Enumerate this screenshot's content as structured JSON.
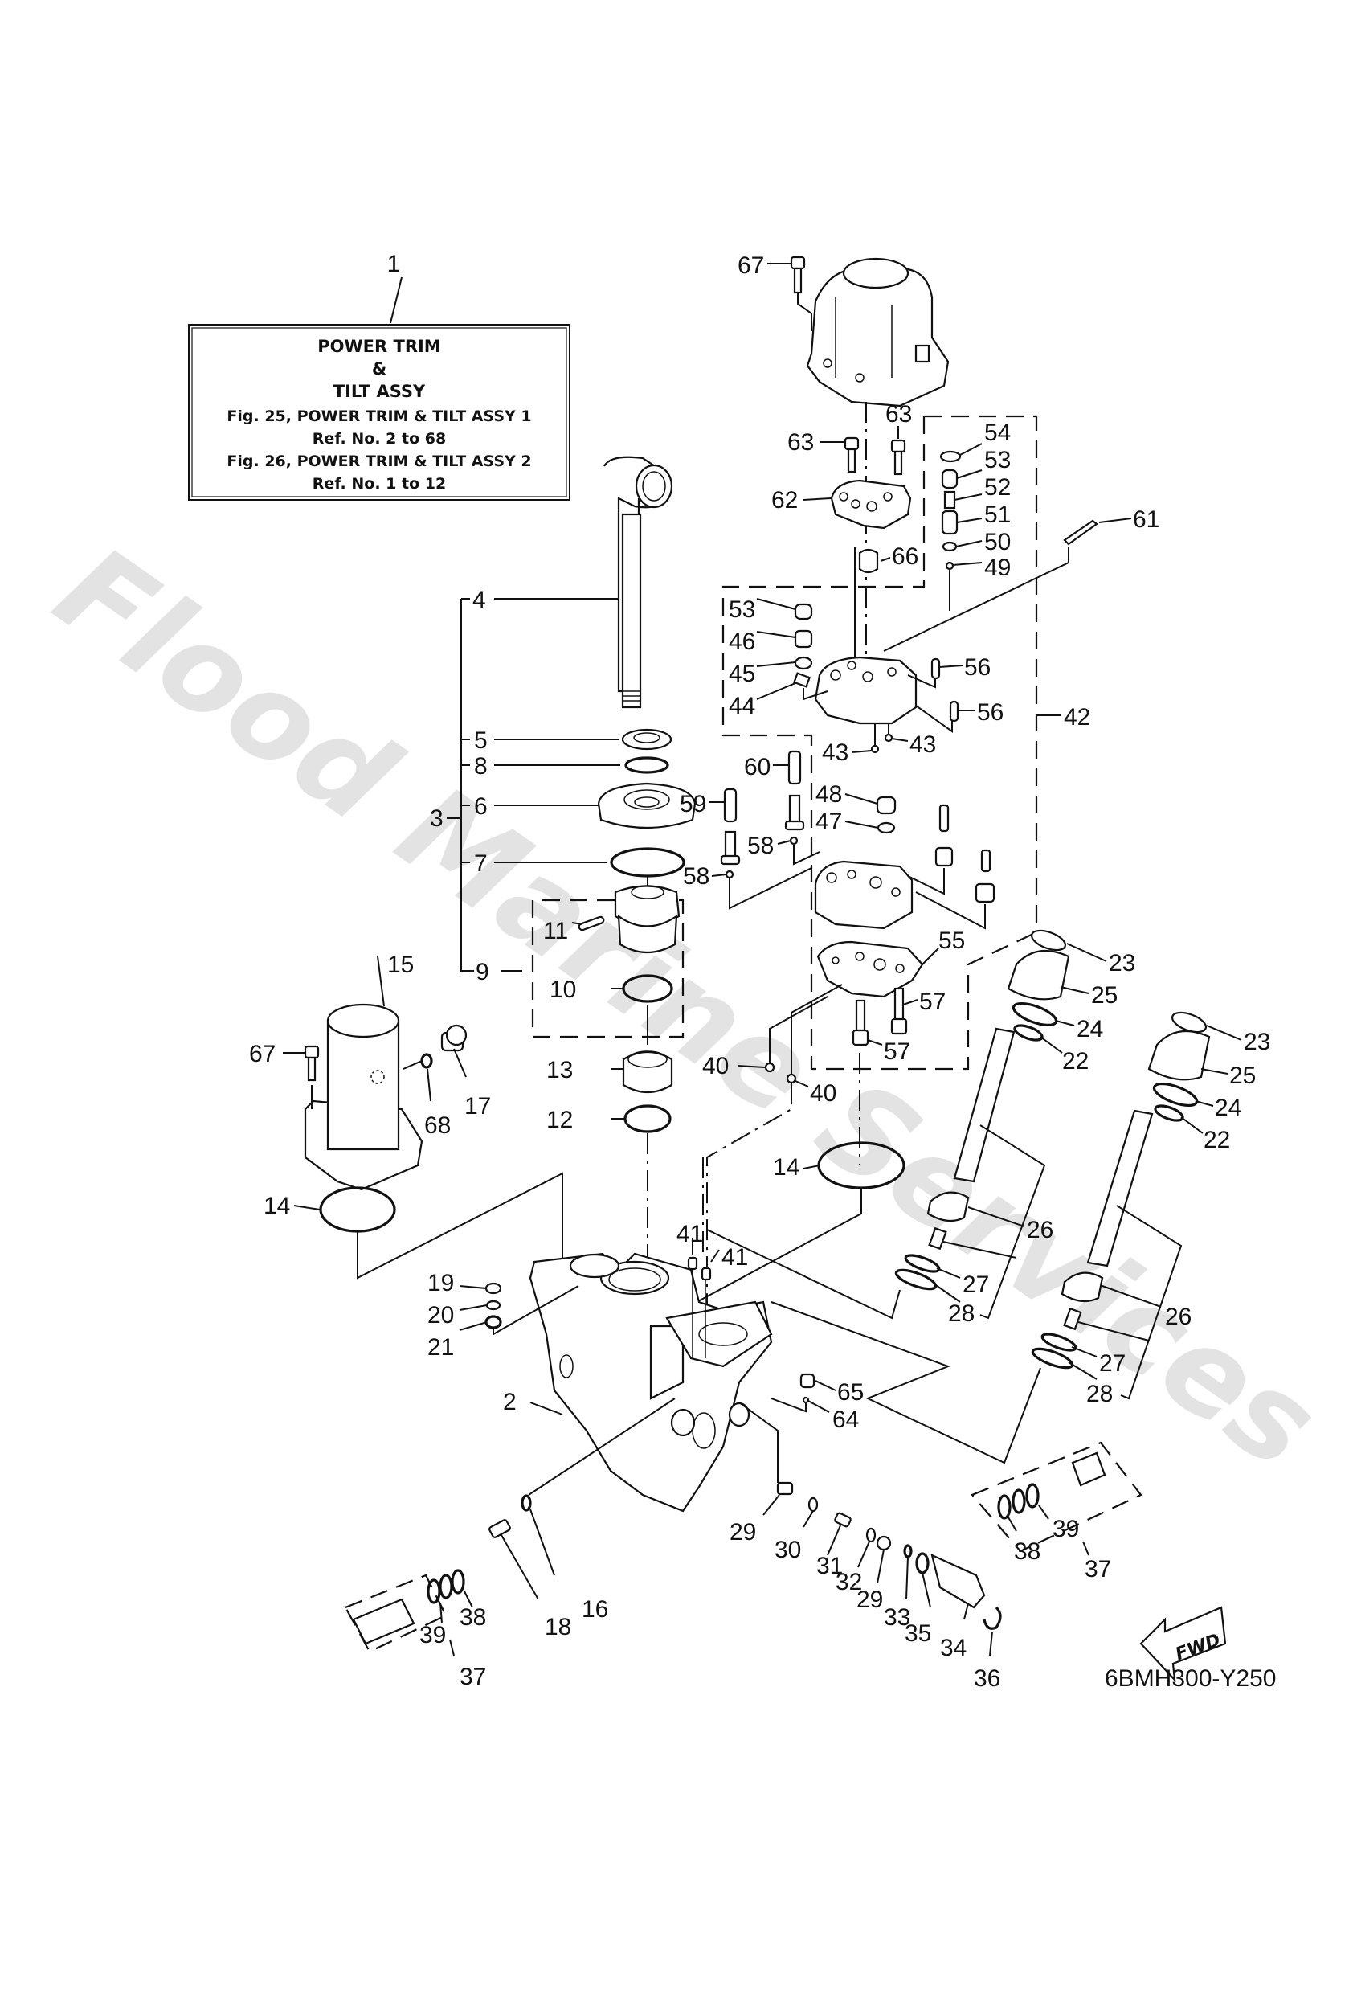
{
  "watermark": "Flood Marine Services",
  "diagram_code": "6BMH300-Y250",
  "fwd_label": "FWD",
  "reference_box": {
    "callout": "1",
    "title_line1": "POWER TRIM",
    "title_line2": "&",
    "title_line3": "TILT ASSY",
    "ref1": "Fig. 25, POWER TRIM & TILT ASSY 1",
    "ref1_range": "Ref. No. 2 to 68",
    "ref2": "Fig. 26, POWER TRIM & TILT ASSY 2",
    "ref2_range": "Ref. No. 1 to 12"
  },
  "callouts": [
    {
      "id": "c67a",
      "n": "67"
    },
    {
      "id": "c63a",
      "n": "63"
    },
    {
      "id": "c63b",
      "n": "63"
    },
    {
      "id": "c62",
      "n": "62"
    },
    {
      "id": "c54",
      "n": "54"
    },
    {
      "id": "c53a",
      "n": "53"
    },
    {
      "id": "c52",
      "n": "52"
    },
    {
      "id": "c51",
      "n": "51"
    },
    {
      "id": "c50",
      "n": "50"
    },
    {
      "id": "c49",
      "n": "49"
    },
    {
      "id": "c61",
      "n": "61"
    },
    {
      "id": "c66",
      "n": "66"
    },
    {
      "id": "c53b",
      "n": "53"
    },
    {
      "id": "c46",
      "n": "46"
    },
    {
      "id": "c45",
      "n": "45"
    },
    {
      "id": "c44",
      "n": "44"
    },
    {
      "id": "c56a",
      "n": "56"
    },
    {
      "id": "c56b",
      "n": "56"
    },
    {
      "id": "c42",
      "n": "42"
    },
    {
      "id": "c43a",
      "n": "43"
    },
    {
      "id": "c43b",
      "n": "43"
    },
    {
      "id": "c60",
      "n": "60"
    },
    {
      "id": "c59",
      "n": "59"
    },
    {
      "id": "c58a",
      "n": "58"
    },
    {
      "id": "c58b",
      "n": "58"
    },
    {
      "id": "c48",
      "n": "48"
    },
    {
      "id": "c47",
      "n": "47"
    },
    {
      "id": "c55",
      "n": "55"
    },
    {
      "id": "c57a",
      "n": "57"
    },
    {
      "id": "c57b",
      "n": "57"
    },
    {
      "id": "c40a",
      "n": "40"
    },
    {
      "id": "c40b",
      "n": "40"
    },
    {
      "id": "c14a",
      "n": "14"
    },
    {
      "id": "c14b",
      "n": "14"
    },
    {
      "id": "c23a",
      "n": "23"
    },
    {
      "id": "c25a",
      "n": "25"
    },
    {
      "id": "c24a",
      "n": "24"
    },
    {
      "id": "c22a",
      "n": "22"
    },
    {
      "id": "c23b",
      "n": "23"
    },
    {
      "id": "c25b",
      "n": "25"
    },
    {
      "id": "c24b",
      "n": "24"
    },
    {
      "id": "c22b",
      "n": "22"
    },
    {
      "id": "c26a",
      "n": "26"
    },
    {
      "id": "c27a",
      "n": "27"
    },
    {
      "id": "c28a",
      "n": "28"
    },
    {
      "id": "c26b",
      "n": "26"
    },
    {
      "id": "c27b",
      "n": "27"
    },
    {
      "id": "c28b",
      "n": "28"
    },
    {
      "id": "c4",
      "n": "4"
    },
    {
      "id": "c5",
      "n": "5"
    },
    {
      "id": "c8",
      "n": "8"
    },
    {
      "id": "c3",
      "n": "3"
    },
    {
      "id": "c6",
      "n": "6"
    },
    {
      "id": "c7",
      "n": "7"
    },
    {
      "id": "c11",
      "n": "11"
    },
    {
      "id": "c9",
      "n": "9"
    },
    {
      "id": "c10",
      "n": "10"
    },
    {
      "id": "c15",
      "n": "15"
    },
    {
      "id": "c67b",
      "n": "67"
    },
    {
      "id": "c68",
      "n": "68"
    },
    {
      "id": "c17",
      "n": "17"
    },
    {
      "id": "c13",
      "n": "13"
    },
    {
      "id": "c12",
      "n": "12"
    },
    {
      "id": "c41a",
      "n": "41"
    },
    {
      "id": "c41b",
      "n": "41"
    },
    {
      "id": "c19",
      "n": "19"
    },
    {
      "id": "c20",
      "n": "20"
    },
    {
      "id": "c21",
      "n": "21"
    },
    {
      "id": "c2",
      "n": "2"
    },
    {
      "id": "c65",
      "n": "65"
    },
    {
      "id": "c64",
      "n": "64"
    },
    {
      "id": "c29a",
      "n": "29"
    },
    {
      "id": "c30",
      "n": "30"
    },
    {
      "id": "c31",
      "n": "31"
    },
    {
      "id": "c32",
      "n": "32"
    },
    {
      "id": "c29b",
      "n": "29"
    },
    {
      "id": "c33",
      "n": "33"
    },
    {
      "id": "c35",
      "n": "35"
    },
    {
      "id": "c34",
      "n": "34"
    },
    {
      "id": "c36",
      "n": "36"
    },
    {
      "id": "c18",
      "n": "18"
    },
    {
      "id": "c16",
      "n": "16"
    },
    {
      "id": "c39a",
      "n": "39"
    },
    {
      "id": "c38a",
      "n": "38"
    },
    {
      "id": "c37a",
      "n": "37"
    },
    {
      "id": "c38b",
      "n": "38"
    },
    {
      "id": "c39b",
      "n": "39"
    },
    {
      "id": "c37b",
      "n": "37"
    }
  ]
}
